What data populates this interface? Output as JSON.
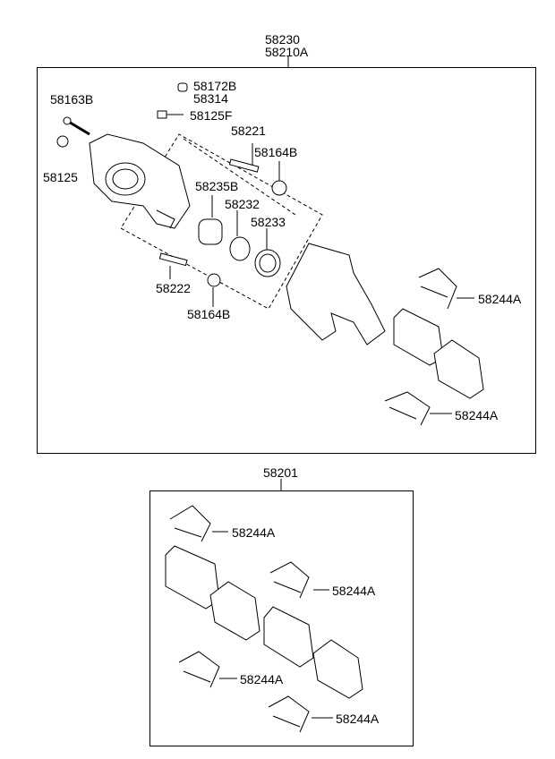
{
  "assembly": {
    "code_a": "58230",
    "code_b": "58210A"
  },
  "caliper_parts": [
    {
      "code": "58172B"
    },
    {
      "code": "58314"
    },
    {
      "code": "58163B"
    },
    {
      "code": "58125F"
    },
    {
      "code": "58221"
    },
    {
      "code": "58164B"
    },
    {
      "code": "58125"
    },
    {
      "code": "58235B"
    },
    {
      "code": "58232"
    },
    {
      "code": "58233"
    },
    {
      "code": "58222"
    },
    {
      "code": "58164B"
    },
    {
      "code": "58244A"
    },
    {
      "code": "58244A"
    }
  ],
  "pad_kit": {
    "code": "58201",
    "parts": [
      {
        "code": "58244A"
      },
      {
        "code": "58244A"
      },
      {
        "code": "58244A"
      },
      {
        "code": "58244A"
      }
    ]
  }
}
